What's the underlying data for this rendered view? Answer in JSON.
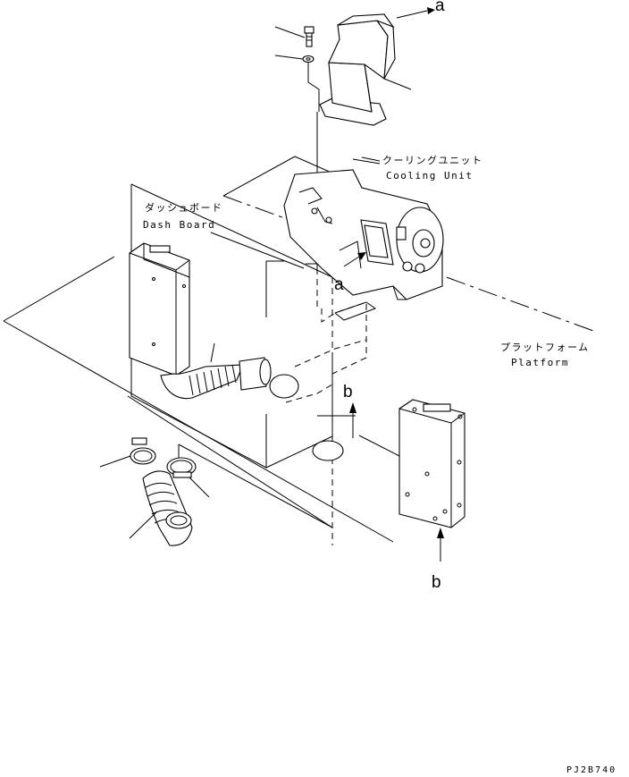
{
  "labels": {
    "cooling_unit_jp": "クーリングユニット",
    "cooling_unit_en": "Cooling Unit",
    "dash_board_jp": "ダッシュボード",
    "dash_board_en": "Dash Board",
    "platform_jp": "プラットフォーム",
    "platform_en": "Platform"
  },
  "callouts": {
    "a_top": "a",
    "a_mid": "a",
    "b_upper": "b",
    "b_lower": "b"
  },
  "drawing_code": "PJ2B740"
}
